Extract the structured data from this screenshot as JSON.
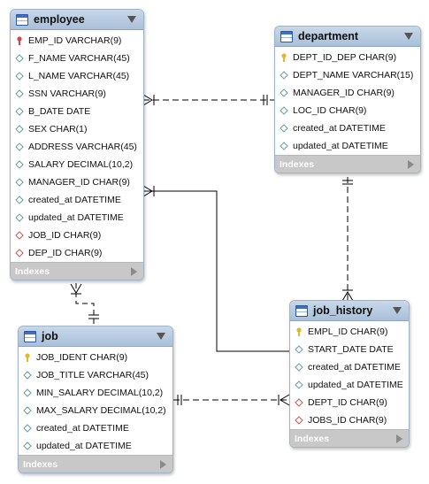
{
  "tables": {
    "employee": {
      "name": "employee",
      "indexes_label": "Indexes",
      "columns": [
        {
          "text": "EMP_ID VARCHAR(9)",
          "kind": "pk-red"
        },
        {
          "text": "F_NAME VARCHAR(45)",
          "kind": "col"
        },
        {
          "text": "L_NAME VARCHAR(45)",
          "kind": "col"
        },
        {
          "text": "SSN VARCHAR(9)",
          "kind": "col"
        },
        {
          "text": "B_DATE DATE",
          "kind": "col"
        },
        {
          "text": "SEX CHAR(1)",
          "kind": "col"
        },
        {
          "text": "ADDRESS VARCHAR(45)",
          "kind": "col"
        },
        {
          "text": "SALARY DECIMAL(10,2)",
          "kind": "col"
        },
        {
          "text": "MANAGER_ID CHAR(9)",
          "kind": "col"
        },
        {
          "text": "created_at DATETIME",
          "kind": "col"
        },
        {
          "text": "updated_at DATETIME",
          "kind": "col"
        },
        {
          "text": "JOB_ID CHAR(9)",
          "kind": "fk"
        },
        {
          "text": "DEP_ID CHAR(9)",
          "kind": "fk"
        }
      ]
    },
    "department": {
      "name": "department",
      "indexes_label": "Indexes",
      "columns": [
        {
          "text": "DEPT_ID_DEP CHAR(9)",
          "kind": "pk"
        },
        {
          "text": "DEPT_NAME VARCHAR(15)",
          "kind": "col"
        },
        {
          "text": "MANAGER_ID CHAR(9)",
          "kind": "col"
        },
        {
          "text": "LOC_ID CHAR(9)",
          "kind": "col"
        },
        {
          "text": "created_at DATETIME",
          "kind": "col"
        },
        {
          "text": "updated_at DATETIME",
          "kind": "col"
        }
      ]
    },
    "job": {
      "name": "job",
      "indexes_label": "Indexes",
      "columns": [
        {
          "text": "JOB_IDENT CHAR(9)",
          "kind": "pk"
        },
        {
          "text": "JOB_TITLE VARCHAR(45)",
          "kind": "col"
        },
        {
          "text": "MIN_SALARY DECIMAL(10,2)",
          "kind": "col"
        },
        {
          "text": "MAX_SALARY DECIMAL(10,2)",
          "kind": "col"
        },
        {
          "text": "created_at DATETIME",
          "kind": "col"
        },
        {
          "text": "updated_at DATETIME",
          "kind": "col"
        }
      ]
    },
    "job_history": {
      "name": "job_history",
      "indexes_label": "Indexes",
      "columns": [
        {
          "text": "EMPL_ID CHAR(9)",
          "kind": "pk"
        },
        {
          "text": "START_DATE DATE",
          "kind": "col"
        },
        {
          "text": "created_at DATETIME",
          "kind": "col"
        },
        {
          "text": "updated_at DATETIME",
          "kind": "col"
        },
        {
          "text": "DEPT_ID CHAR(9)",
          "kind": "fk"
        },
        {
          "text": "JOBS_ID CHAR(9)",
          "kind": "fk"
        }
      ]
    }
  },
  "relations": [
    {
      "from": "employee",
      "to": "department",
      "style": "dashed"
    },
    {
      "from": "employee",
      "to": "job_history",
      "style": "solid"
    },
    {
      "from": "employee",
      "to": "job",
      "style": "dashed"
    },
    {
      "from": "department",
      "to": "job_history",
      "style": "dashed"
    },
    {
      "from": "job",
      "to": "job_history",
      "style": "dashed"
    }
  ],
  "colors": {
    "header": "#b4c8e0",
    "indexes_bar": "#c8c8c8",
    "key_gold": "#e5b82a",
    "key_red": "#d64545",
    "column_marker": "#6fa0a8",
    "fk_marker": "#c0625a"
  }
}
